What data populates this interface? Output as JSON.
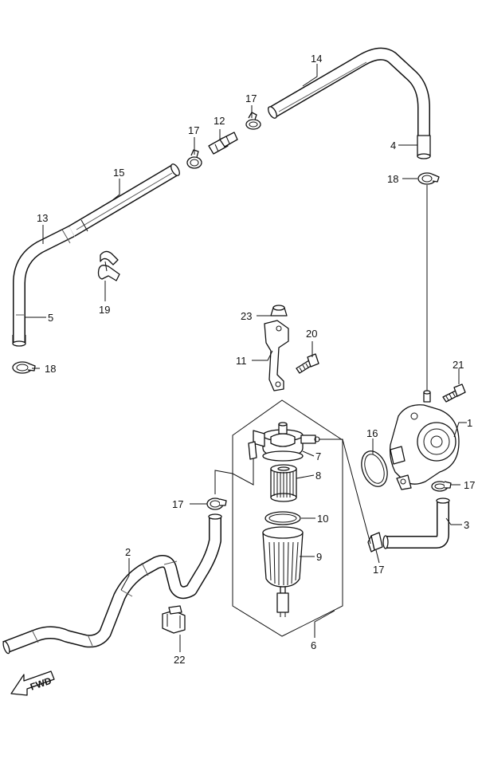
{
  "callouts": {
    "c1": "1",
    "c2": "2",
    "c3": "3",
    "c4": "4",
    "c5": "5",
    "c6": "6",
    "c7": "7",
    "c8": "8",
    "c9": "9",
    "c10": "10",
    "c11": "11",
    "c12": "12",
    "c13": "13",
    "c14": "14",
    "c15": "15",
    "c16": "16",
    "c17a": "17",
    "c17b": "17",
    "c17c": "17",
    "c17d": "17",
    "c17e": "17",
    "c18a": "18",
    "c18b": "18",
    "c19": "19",
    "c20": "20",
    "c21": "21",
    "c22": "22",
    "c23": "23"
  },
  "fwd_label": "FWD"
}
